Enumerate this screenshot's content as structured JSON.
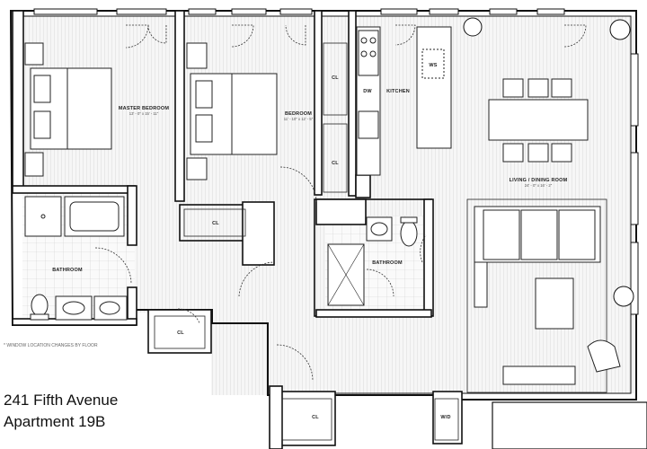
{
  "rooms": {
    "master_bedroom": {
      "label": "MASTER BEDROOM",
      "dims": "13' - 0\" x 15' - 11\""
    },
    "bedroom": {
      "label": "BEDROOM",
      "dims": "11' - 10\" x 12' - 5\""
    },
    "kitchen": {
      "label": "KITCHEN"
    },
    "living_dining": {
      "label": "LIVING / DINING ROOM",
      "dims": "24' - 0\" x 16' - 2\""
    },
    "bathroom_left": {
      "label": "BATHROOM"
    },
    "bathroom_center": {
      "label": "BATHROOM"
    }
  },
  "closets": [
    "CL",
    "CL",
    "CL",
    "CL",
    "CL"
  ],
  "fixtures": {
    "dishwasher": "DW",
    "wine_storage": "WS",
    "washer_dryer": "W/D"
  },
  "note": "* WINDOW LOCATION CHANGES BY FLOOR",
  "address": {
    "line1": "241 Fifth Avenue",
    "line2": "Apartment 19B"
  }
}
